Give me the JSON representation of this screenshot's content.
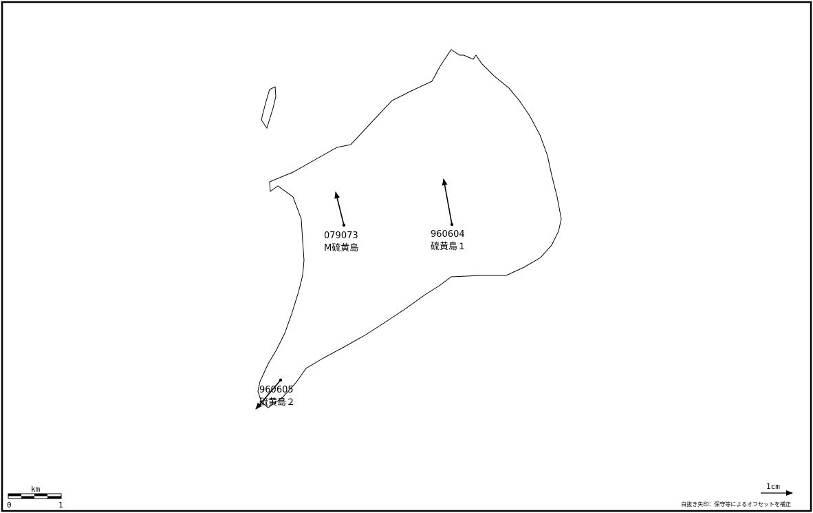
{
  "map": {
    "stations": [
      {
        "code": "079073",
        "name": "M硫黄島"
      },
      {
        "code": "960604",
        "name": "硫黄島１"
      },
      {
        "code": "960605",
        "name": "硫黄島２"
      }
    ],
    "scale_bar": {
      "unit": "km",
      "start_label": "0",
      "end_label": "1"
    },
    "legend": {
      "arrow_scale_label": "1cm",
      "note": "白抜き矢印：保守等によるオフセットを補正"
    },
    "colors": {
      "line": "#000000",
      "background": "#ffffff"
    }
  }
}
